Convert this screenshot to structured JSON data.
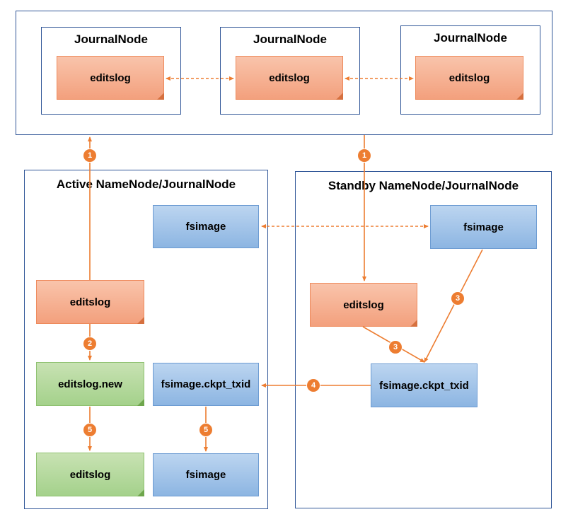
{
  "journal_cluster": {
    "nodes": [
      {
        "title": "JournalNode",
        "file": "editslog"
      },
      {
        "title": "JournalNode",
        "file": "editslog"
      },
      {
        "title": "JournalNode",
        "file": "editslog"
      }
    ]
  },
  "active": {
    "title": "Active NameNode/JournalNode",
    "fsimage": "fsimage",
    "editslog": "editslog",
    "editslog_new": "editslog.new",
    "editslog_result": "editslog",
    "checkpoint": "fsimage.ckpt_txid",
    "fsimage_result": "fsimage"
  },
  "standby": {
    "title": "Standby NameNode/JournalNode",
    "fsimage": "fsimage",
    "editslog": "editslog",
    "checkpoint": "fsimage.ckpt_txid"
  },
  "steps": {
    "active_write": "1",
    "standby_read": "1",
    "roll": "2",
    "merge_edits": "3",
    "merge_image": "3",
    "transfer": "4",
    "rename_edits": "5",
    "rename_image": "5"
  },
  "colors": {
    "arrow": "#ed7d31",
    "frame": "#2f5597",
    "edits": "#f4b183",
    "image": "#9dc3e6",
    "new_edits": "#a9d18e"
  }
}
